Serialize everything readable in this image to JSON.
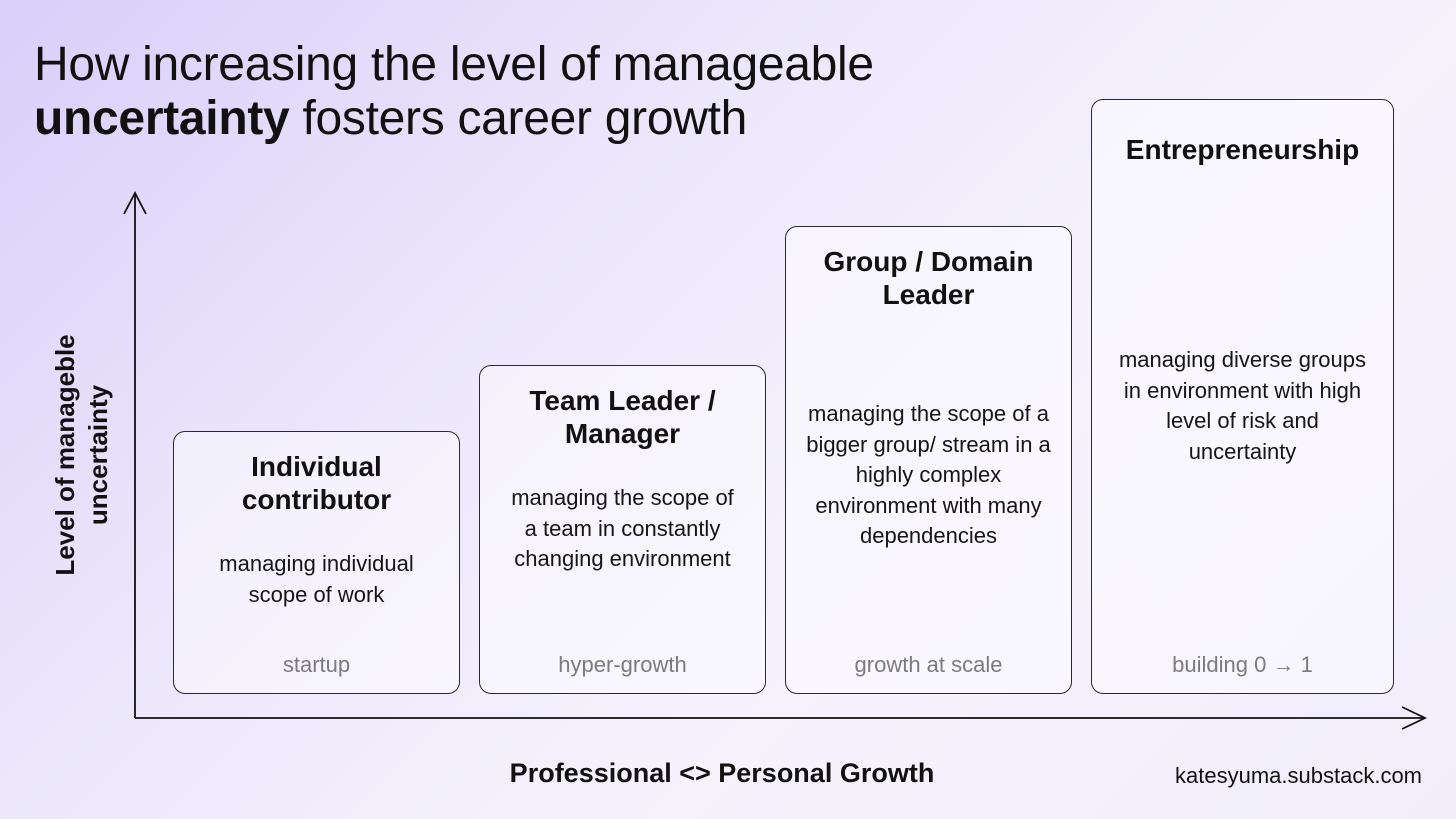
{
  "title": {
    "line1": "How increasing the level of manageable",
    "line2_bold": "uncertainty",
    "line2_rest": " fosters career growth"
  },
  "axes": {
    "y_label": "Level of manageble uncertainty",
    "x_label": "Professional <> Personal Growth"
  },
  "cards": [
    {
      "title": "Individual contributor",
      "description": "managing individual scope of work",
      "stage": "startup"
    },
    {
      "title": "Team Leader / Manager",
      "description": "managing the scope of a team in constantly changing environment",
      "stage": "hyper-growth"
    },
    {
      "title": "Group / Domain Leader",
      "description": "managing the scope of a bigger group/ stream in a highly complex environment with many dependencies",
      "stage": "growth at scale"
    },
    {
      "title": "Entrepreneurship",
      "description": "managing diverse groups in environment with high level of risk and uncertainty",
      "stage": "building 0 → 1"
    }
  ],
  "source": "katesyuma.substack.com"
}
